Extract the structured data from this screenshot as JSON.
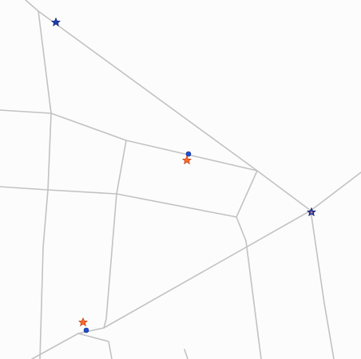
{
  "map": {
    "background_color": "#fcfcfc",
    "road_color": "#c2c2c2",
    "markers": [
      {
        "name": "marker-star-1",
        "kind": "star",
        "color": "#1f3fb0"
      },
      {
        "name": "marker-star-2",
        "kind": "star",
        "color": "#ff6a2b"
      },
      {
        "name": "marker-dot-2",
        "kind": "dot",
        "color": "#1f4fd0"
      },
      {
        "name": "marker-star-3",
        "kind": "star",
        "color": "#1f3fb0",
        "inner_color": "#ff6a2b"
      },
      {
        "name": "marker-star-4",
        "kind": "star",
        "color": "#ff6a2b"
      },
      {
        "name": "marker-dot-4",
        "kind": "dot",
        "color": "#1f4fd0"
      }
    ]
  }
}
